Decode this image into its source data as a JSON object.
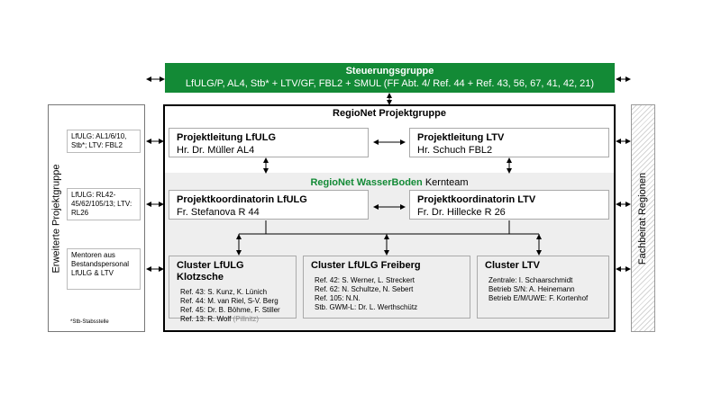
{
  "steering": {
    "title": "Steuerungsgruppe",
    "members": "LfULG/P, AL4, Stb* + LTV/GF, FBL2 + SMUL (FF Abt. 4/ Ref. 44 + Ref. 43, 56, 67, 41, 42, 21)"
  },
  "extended_group": {
    "title": "Erweiterte Projektgruppe",
    "boxes": [
      "LfULG: AL1/6/10, Stb*; LTV: FBL2",
      "LfULG: RL42-45/62/105/13; LTV: RL26",
      "Mentoren aus Bestandspersonal LfULG & LTV"
    ],
    "footnote": "*Stb-Stabsstelle"
  },
  "project_group": {
    "title": "RegioNet Projektgruppe",
    "lead_lfulg": {
      "title": "Projektleitung LfULG",
      "person": "Hr. Dr. Müller AL4"
    },
    "lead_ltv": {
      "title": "Projektleitung LTV",
      "person": "Hr. Schuch FBL2"
    }
  },
  "kernteam": {
    "title_bold": "RegioNet WasserBoden",
    "title_rest": " Kernteam",
    "coord_lfulg": {
      "title": "Projektkoordinatorin LfULG",
      "person": "Fr. Stefanova R 44"
    },
    "coord_ltv": {
      "title": "Projektkoordinatorin LTV",
      "person": "Fr. Dr. Hillecke R 26"
    }
  },
  "clusters": {
    "klotzsche": {
      "title": "Cluster LfULG Klotzsche",
      "rows": [
        "Ref. 43: S. Kunz, K. Lünich",
        "Ref. 44: M. van Riel, S-V. Berg",
        "Ref. 45: Dr. B. Böhme, F. Stiller"
      ],
      "last_row_main": "Ref. 13: R. Wolf ",
      "last_row_extra": "(Pillnitz)"
    },
    "freiberg": {
      "title": "Cluster LfULG Freiberg",
      "rows": [
        "Ref. 42: S. Werner, L. Streckert",
        "Ref. 62: N. Schultze, N. Sebert",
        "Ref. 105: N.N.",
        "Stb. GWM-L: Dr. L. Werthschütz"
      ]
    },
    "ltv": {
      "title": "Cluster LTV",
      "rows": [
        "Zentrale: I. Schaarschmidt",
        "Betrieb S/N: A. Heinemann",
        "Betrieb E/M/UWE: F. Kortenhof"
      ]
    }
  },
  "advisory": {
    "title": "Fachbeirat Regionen"
  },
  "colors": {
    "accent_green": "#138a36",
    "kernteam_bg": "#eeeeee"
  }
}
